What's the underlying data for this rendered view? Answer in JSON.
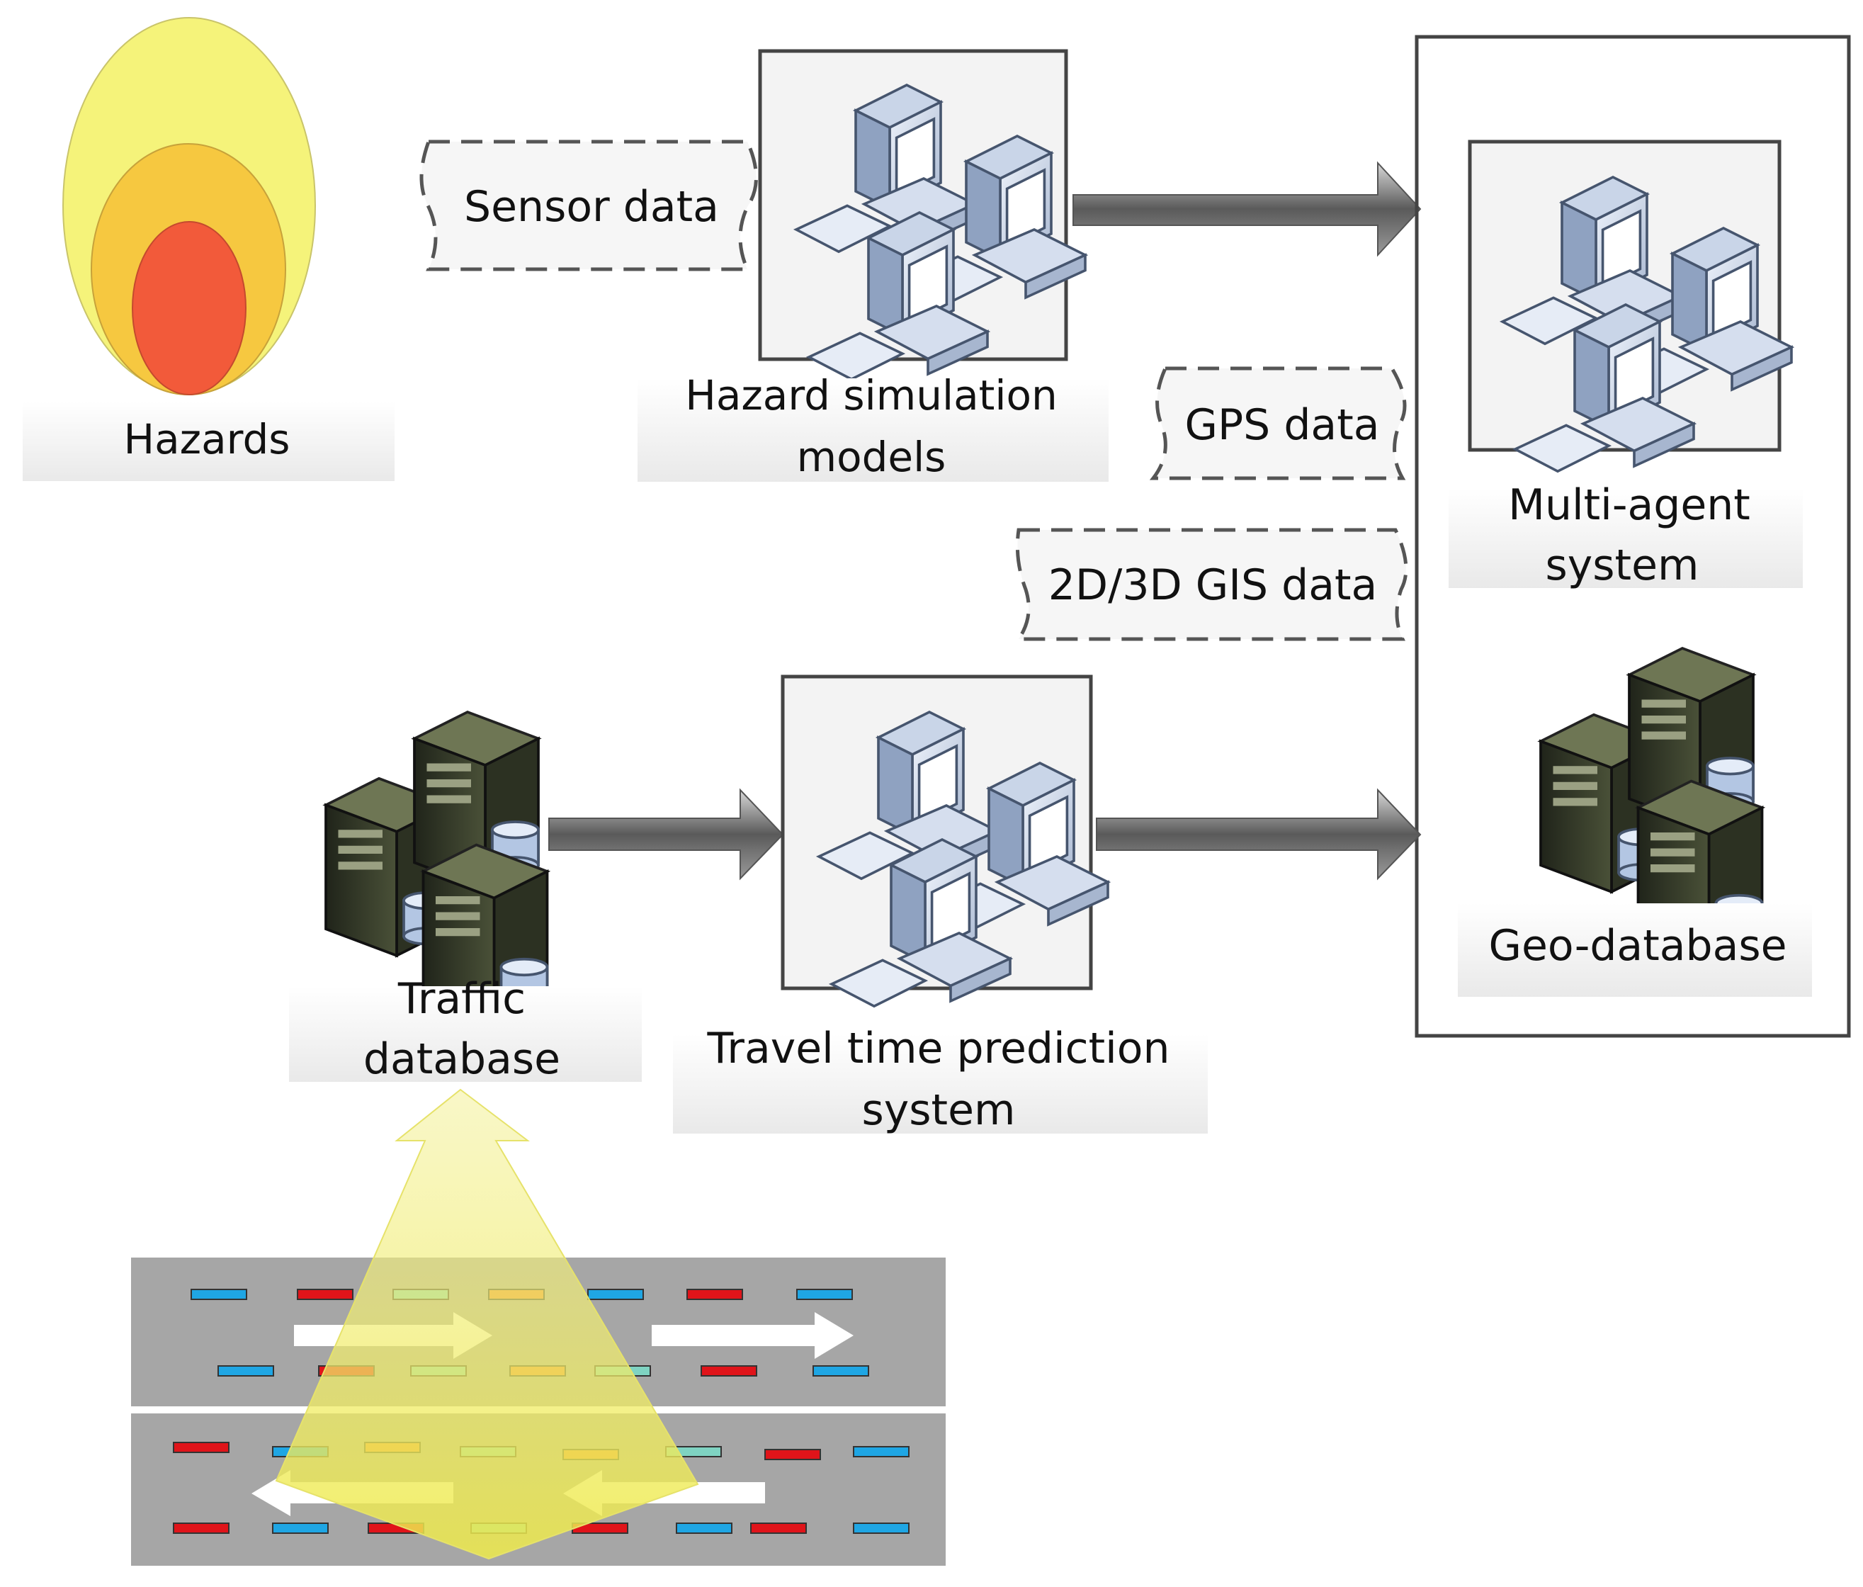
{
  "nodes": {
    "hazards": {
      "label": "Hazards"
    },
    "hazard_models": {
      "line1": "Hazard simulation",
      "line2": "models"
    },
    "sensor_data": {
      "label": "Sensor data"
    },
    "gps_data": {
      "label": "GPS data"
    },
    "gis_data": {
      "label": "2D/3D GIS data"
    },
    "multi_agent": {
      "line1": "Multi-agent",
      "line2": "system"
    },
    "geo_db": {
      "label": "Geo-database"
    },
    "traffic_db": {
      "line1": "Traffic",
      "line2": "database"
    },
    "travel_time": {
      "line1": "Travel time prediction",
      "line2": "system"
    }
  },
  "icons": {
    "hazard": "concentric-ellipses-icon",
    "workstations": "networked-computers-icon",
    "servers": "database-server-icon",
    "road": "two-way-road-traffic-icon",
    "sensor_beam": "sensor-cone-icon"
  },
  "colors": {
    "hazard_outer": "#f5f37a",
    "hazard_mid": "#f6c840",
    "hazard_inner": "#f25a3a",
    "road": "#a6a6a6",
    "arrow": "#6b6b6b",
    "beam": "#f3ef5c",
    "car_blue": "#1fa6e4",
    "car_red": "#e0141a",
    "car_orange": "#ef8a30",
    "car_teal": "#7fd3c2"
  }
}
